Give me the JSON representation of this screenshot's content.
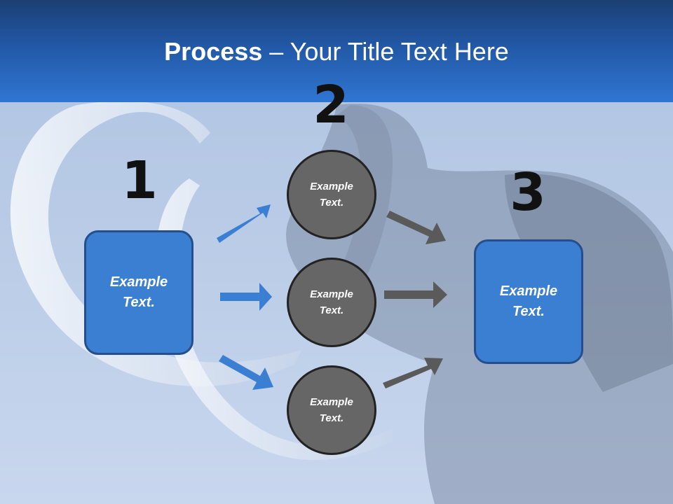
{
  "slide": {
    "title_bold": "Process",
    "title_rest": " – Your Title Text Here"
  },
  "steps": [
    {
      "number": "1",
      "text": "Example\nText."
    },
    {
      "number": "2",
      "items": [
        "Example\nText.",
        "Example\nText.",
        "Example\nText."
      ]
    },
    {
      "number": "3",
      "text": "Example\nText."
    }
  ],
  "colors": {
    "header": "#2258a6",
    "box_fill": "#3a7fd2",
    "circle_fill": "#666666",
    "arrow_blue": "#3a7fd2",
    "arrow_gray": "#5a5a5a"
  }
}
